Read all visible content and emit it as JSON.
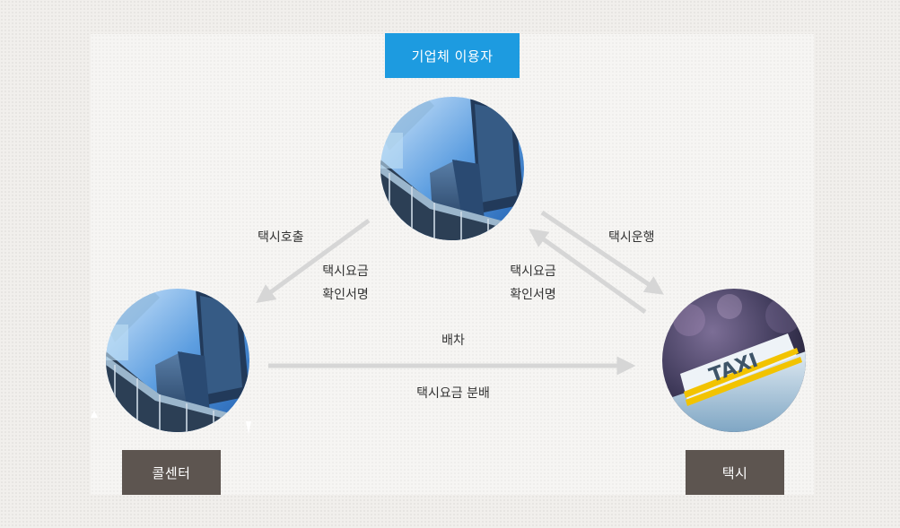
{
  "nodes": {
    "top": "기업체 이용자",
    "left": "콜센터",
    "right": "택시"
  },
  "edges": {
    "call": "택시호출",
    "confirm_left": [
      "택시요금",
      "확인서명"
    ],
    "confirm_right": [
      "택시요금",
      "확인서명"
    ],
    "operate": "택시운행",
    "dispatch": "배차",
    "distribute": "택시요금 분배"
  },
  "taxi_sign": "TAXI",
  "colors": {
    "top_label": "#1d9be0",
    "bottom_label": "#5d5550",
    "arrow": "#d6d6d6"
  },
  "icons": {
    "building": "building-photo",
    "taxi": "taxi-sign-photo"
  }
}
